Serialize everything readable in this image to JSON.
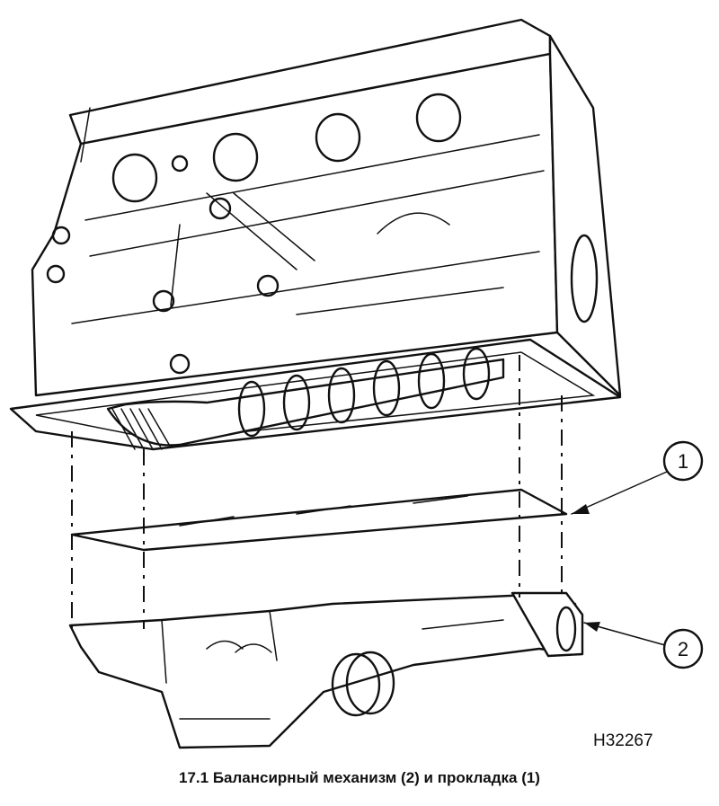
{
  "figure": {
    "callouts": [
      {
        "number": "1",
        "part": "прокладка"
      },
      {
        "number": "2",
        "part": "Балансирный механизм"
      }
    ],
    "drawing_code": "H32267"
  },
  "caption": "17.1 Балансирный механизм (2) и прокладка (1)"
}
